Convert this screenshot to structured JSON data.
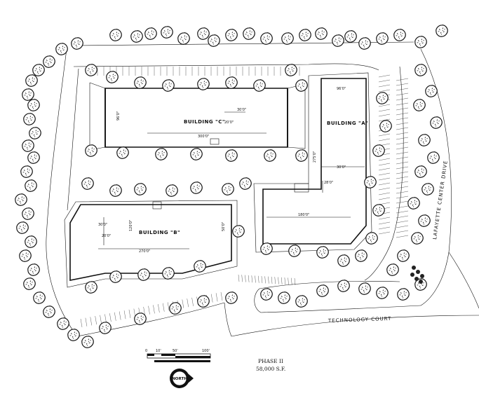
{
  "buildings": [
    {
      "id": "C",
      "name": "BUILDING \"C\"",
      "dims": [
        "300'0\"",
        "20'0\"",
        "30'0\"",
        "96'0\""
      ]
    },
    {
      "id": "A",
      "name": "BUILDING \"A\"",
      "dims": [
        "96'0\"",
        "275'0\"",
        "30'0\"",
        "28'0\"",
        "180'0\""
      ]
    },
    {
      "id": "B",
      "name": "BUILDING \"B\"",
      "dims": [
        "270'0\"",
        "120'0\"",
        "30'0\"",
        "20'0\"",
        "50'0\""
      ]
    }
  ],
  "roads": {
    "lafayette": "LAFAYETTE CENTER DRIVE",
    "technology": "TECHNOLOGY COURT"
  },
  "scale": {
    "ticks": [
      "0",
      "10'",
      "50'",
      "100'"
    ]
  },
  "north_label": "NORTH",
  "phase": {
    "title": "PHASE II",
    "area": "58,000 S.F."
  }
}
